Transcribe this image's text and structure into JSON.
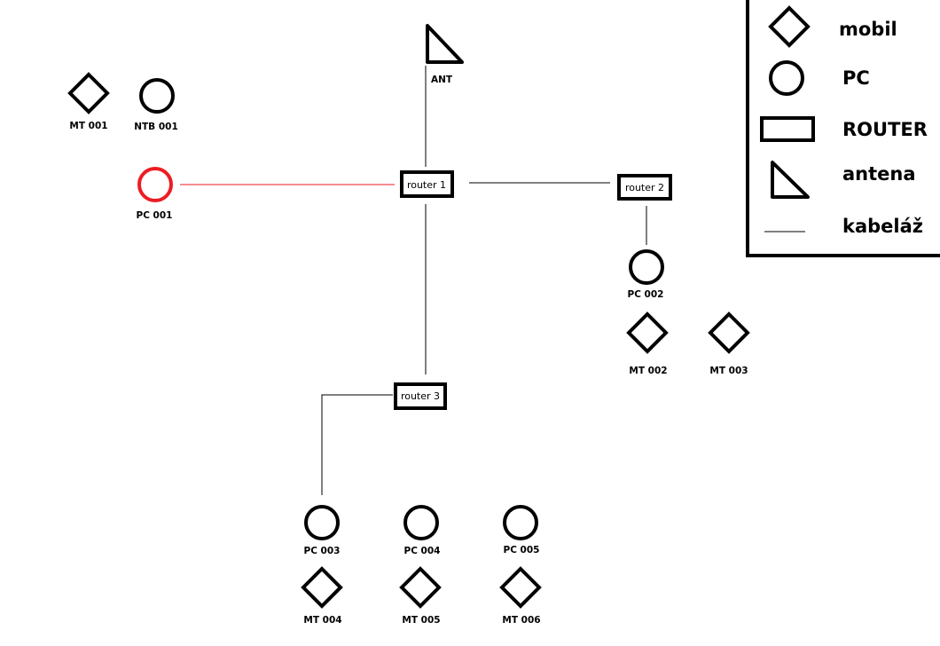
{
  "legend": {
    "mobil": "mobil",
    "pc": "PC",
    "router": "ROUTER",
    "antena": "antena",
    "kabelaz": "kabeláž"
  },
  "nodes": {
    "ant": "ANT",
    "router1": "router 1",
    "router2": "router 2",
    "router3": "router 3",
    "mt001": "MT 001",
    "ntb001": "NTB 001",
    "pc001": "PC 001",
    "pc002": "PC 002",
    "mt002": "MT 002",
    "mt003": "MT 003",
    "pc003": "PC 003",
    "pc004": "PC 004",
    "pc005": "PC 005",
    "mt004": "MT 004",
    "mt005": "MT 005",
    "mt006": "MT 006"
  },
  "colors": {
    "highlight": "#ed1c24",
    "stroke": "#000000"
  }
}
